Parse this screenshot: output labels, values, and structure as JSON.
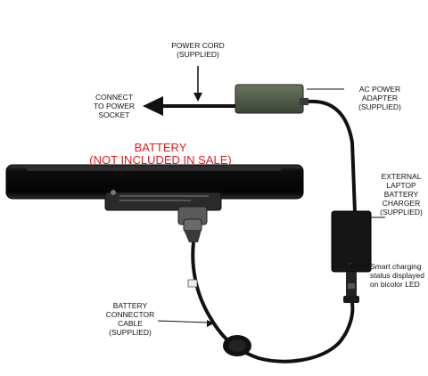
{
  "labels": {
    "power_cord": "POWER CORD\n(SUPPLIED)",
    "connect": "CONNECT\nTO POWER\nSOCKET",
    "ac_adapter": "AC POWER\nADAPTER\n(SUPPLIED)",
    "battery_title": "BATTERY",
    "battery_note": "(NOT INCLUDED IN SALE)",
    "external_charger": "EXTERNAL\nLAPTOP\nBATTERY\nCHARGER\n(SUPPLIED)",
    "smart_charging": "Smart charging\nstatus displayed\non bicolor LED",
    "connector_cable": "BATTERY\nCONNECTOR\nCABLE\n(SUPPLIED)"
  },
  "colors": {
    "label_text": "#111111",
    "battery_label": "#e01b1b",
    "adapter_body": "#4f5a4a",
    "device_body": "#1a1a1a"
  }
}
